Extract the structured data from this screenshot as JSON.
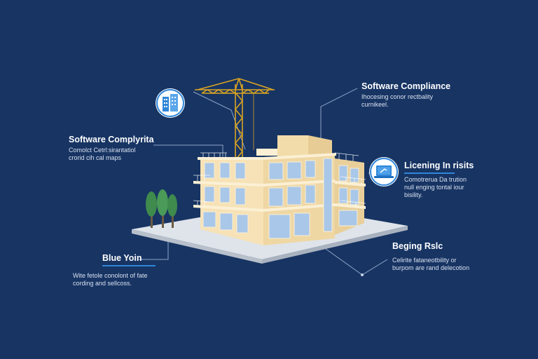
{
  "callouts": {
    "top_left": {
      "title": "Software Complyrita",
      "desc_line1": "Comolct Cetrl:sirantatiol",
      "desc_line2": "crorid cih cal maps"
    },
    "top_right": {
      "title": "Software Compliance",
      "desc_line1": "Ihocesing conor rectbality",
      "desc_line2": "curnikeel."
    },
    "middle_right": {
      "title": "Licening In risits",
      "desc_line1": "Comotrerua Da trution",
      "desc_line2": "null enging tontal iour",
      "desc_line3": "bisility."
    },
    "bottom_left": {
      "title": "Blue Yoin",
      "desc_line1": "Wite fetole conolont of fate",
      "desc_line2": "cording and sellcoss."
    },
    "bottom_right": {
      "title": "Beging Rslc",
      "desc_line1": "Celirite fataneotbility or",
      "desc_line2": "burpom are rand delecotion"
    }
  },
  "icons": {
    "building": "building-icon",
    "laptop": "laptop-icon"
  },
  "colors": {
    "background": "#173463",
    "accent_blue": "#2f86d9",
    "building_cream": "#f6e2b6",
    "glass": "#a9c7e8",
    "crane": "#d8a322",
    "trees": "#3f8a4d"
  }
}
